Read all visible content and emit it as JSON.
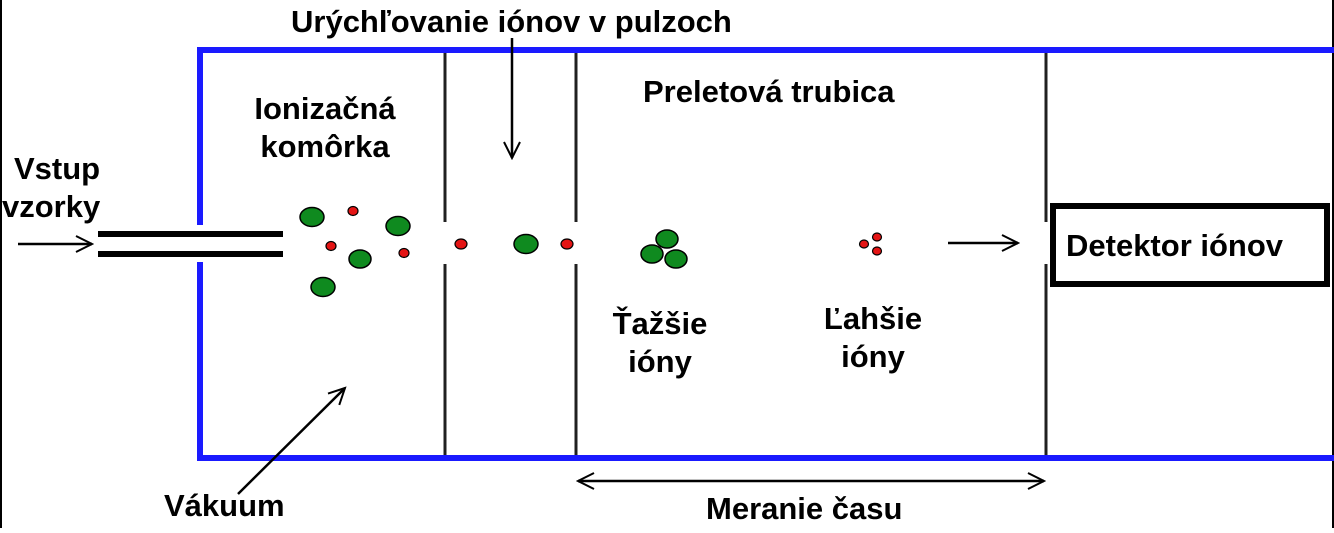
{
  "colors": {
    "chamber_outline": "#1a1aff",
    "divider": "#202020",
    "heavy_ion": "#0f8a1f",
    "light_ion": "#e41414",
    "text": "#000000",
    "background": "#ffffff"
  },
  "labels": {
    "acceleration": "Urýchľovanie iónov v pulzoch",
    "ionization_line1": "Ionizačná",
    "ionization_line2": "komôrka",
    "flight_tube": "Preletová trubica",
    "sample_inlet_line1": "Vstup",
    "sample_inlet_line2": "vzorky",
    "heavier_ions_line1": "Ťažšie",
    "heavier_ions_line2": "ióny",
    "lighter_ions_line1": "Ľahšie",
    "lighter_ions_line2": "ióny",
    "detector": "Detektor iónov",
    "vacuum": "Vákuum",
    "time_measurement": "Meranie času"
  }
}
